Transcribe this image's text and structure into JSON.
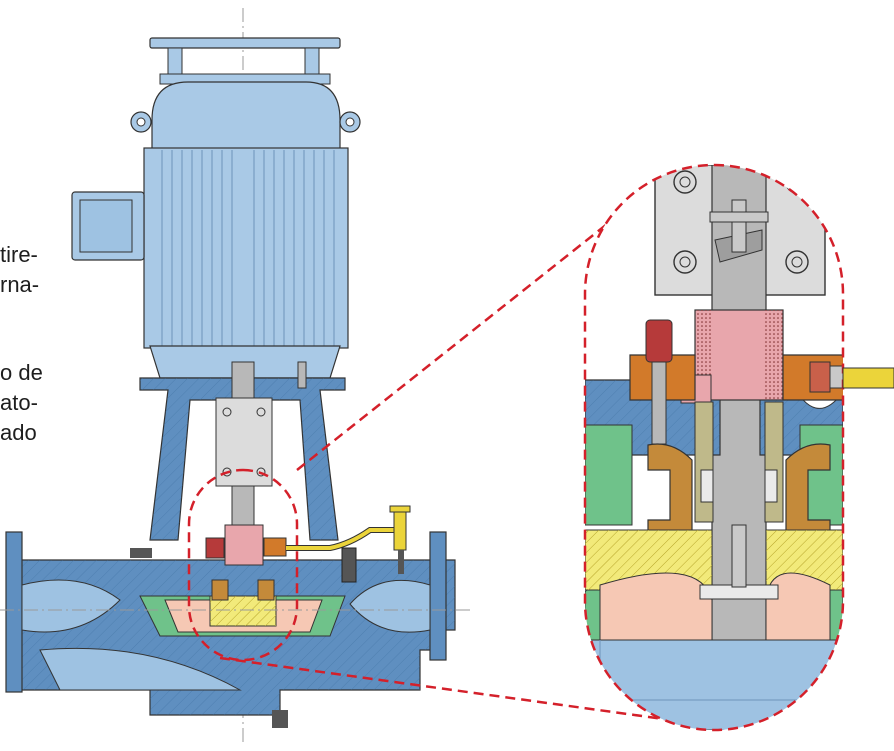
{
  "text_fragments": [
    "tire-",
    "rna-",
    "o de",
    "ato-",
    "ado"
  ],
  "colors": {
    "motor": "#a9c9e6",
    "motor_dark": "#86aed2",
    "casing": "#5f8fc0",
    "casing_light": "#9ec2e2",
    "shaft": "#b8b8b8",
    "coupling": "#dcdcdc",
    "seal_pink": "#e8a6ac",
    "seal_dark": "#b63a3a",
    "gland_orange": "#d27a2a",
    "impeller_salmon": "#f6c8b4",
    "wear_yellow": "#f2ea7a",
    "green_ring": "#6fc28a",
    "bronze": "#c48a3a",
    "detail_border": "#d4202a",
    "pipe_yellow": "#ebd43a"
  },
  "icons": [
    "pump-drawing",
    "zoom-detail-callout"
  ]
}
